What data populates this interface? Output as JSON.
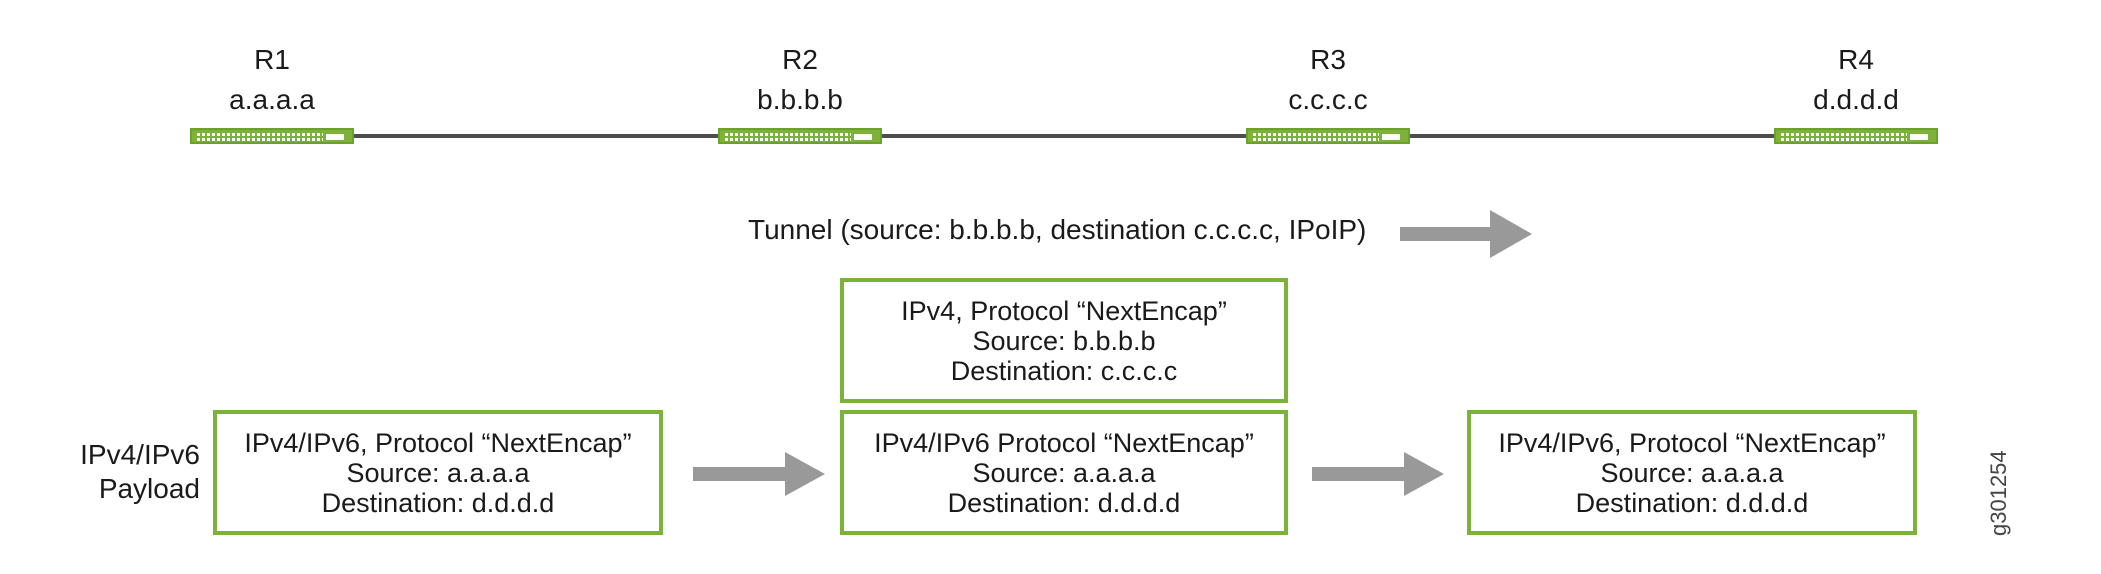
{
  "routers": [
    {
      "name": "R1",
      "address": "a.a.a.a"
    },
    {
      "name": "R2",
      "address": "b.b.b.b"
    },
    {
      "name": "R3",
      "address": "c.c.c.c"
    },
    {
      "name": "R4",
      "address": "d.d.d.d"
    }
  ],
  "tunnel_label": "Tunnel  (source: b.b.b.b, destination c.c.c.c, IPoIP)",
  "payload_label": [
    "IPv4/IPv6",
    "Payload"
  ],
  "outer_header": {
    "line1": "IPv4, Protocol “NextEncap”",
    "line2": "Source: b.b.b.b",
    "line3": "Destination: c.c.c.c"
  },
  "packets": [
    {
      "line1": "IPv4/IPv6, Protocol “NextEncap”",
      "line2": "Source: a.a.a.a",
      "line3": "Destination: d.d.d.d"
    },
    {
      "line1": "IPv4/IPv6 Protocol “NextEncap”",
      "line2": "Source: a.a.a.a",
      "line3": "Destination: d.d.d.d"
    },
    {
      "line1": "IPv4/IPv6, Protocol “NextEncap”",
      "line2": "Source: a.a.a.a",
      "line3": "Destination: d.d.d.d"
    }
  ],
  "figure_id": "g301254",
  "colors": {
    "device_green": "#7db23a",
    "arrow_gray": "#999999",
    "link": "#4d4d4d"
  }
}
